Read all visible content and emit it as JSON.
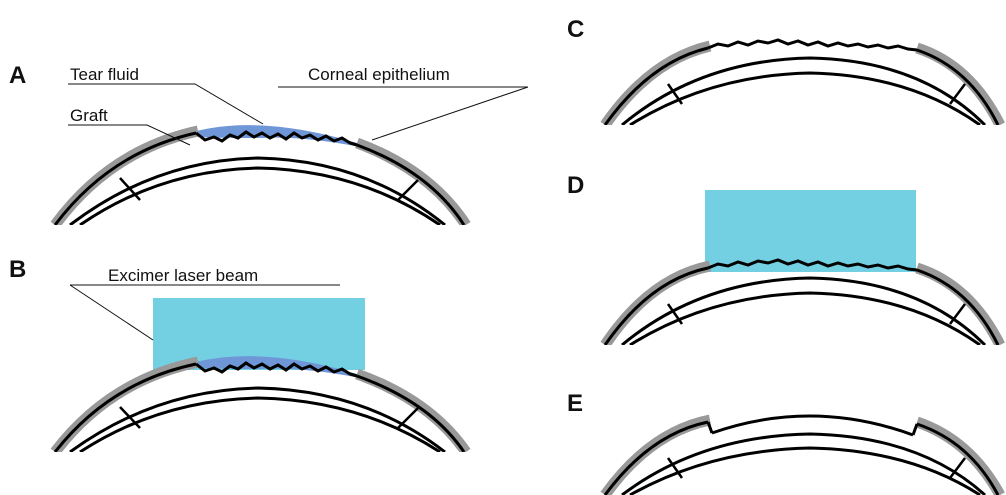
{
  "colors": {
    "sclera": "#999999",
    "outline": "#000000",
    "tear_fluid": "#6f96d6",
    "laser": "#73cfe2"
  },
  "panels": {
    "A": {
      "label": "A"
    },
    "B": {
      "label": "B"
    },
    "C": {
      "label": "C"
    },
    "D": {
      "label": "D"
    },
    "E": {
      "label": "E"
    }
  },
  "callouts": {
    "tear_fluid": "Tear fluid",
    "graft": "Graft",
    "corneal_epithelium": "Corneal epithelium",
    "excimer_laser_beam": "Excimer laser beam"
  }
}
